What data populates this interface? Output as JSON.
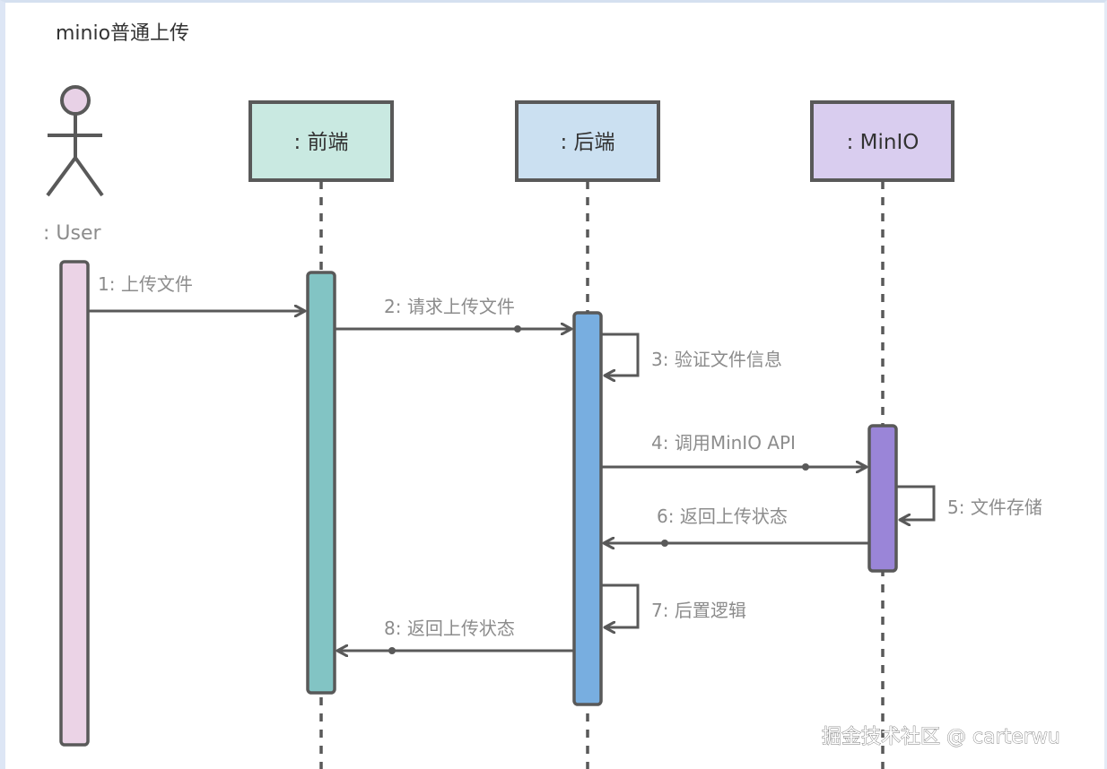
{
  "diagram": {
    "type": "sequence",
    "title": "minio普通上传",
    "actor": {
      "id": "user",
      "label": ": User",
      "head_color": "#e8d1e6",
      "activation_color": "#ebd3e6"
    },
    "lifelines": [
      {
        "id": "frontend",
        "label": ": 前端",
        "box_color": "#c9e9e1",
        "activation_color": "#82c4c4"
      },
      {
        "id": "backend",
        "label": ": 后端",
        "box_color": "#cbe0f1",
        "activation_color": "#78aee0"
      },
      {
        "id": "minio",
        "label": ": MinIO",
        "box_color": "#d9cdef",
        "activation_color": "#9a85d8"
      }
    ],
    "messages": [
      {
        "index": 1,
        "label": "1: 上传文件",
        "from": "user",
        "to": "frontend",
        "kind": "sync"
      },
      {
        "index": 2,
        "label": "2: 请求上传文件",
        "from": "frontend",
        "to": "backend",
        "kind": "sync"
      },
      {
        "index": 3,
        "label": "3: 验证文件信息",
        "from": "backend",
        "to": "backend",
        "kind": "self"
      },
      {
        "index": 4,
        "label": "4: 调用MinIO API",
        "from": "backend",
        "to": "minio",
        "kind": "sync"
      },
      {
        "index": 5,
        "label": "5: 文件存储",
        "from": "minio",
        "to": "minio",
        "kind": "self"
      },
      {
        "index": 6,
        "label": "6: 返回上传状态",
        "from": "minio",
        "to": "backend",
        "kind": "return"
      },
      {
        "index": 7,
        "label": "7: 后置逻辑",
        "from": "backend",
        "to": "backend",
        "kind": "self"
      },
      {
        "index": 8,
        "label": "8: 返回上传状态",
        "from": "backend",
        "to": "frontend",
        "kind": "return"
      }
    ],
    "line_color": "#595959",
    "watermark": "掘金技术社区 @ carterwu"
  }
}
